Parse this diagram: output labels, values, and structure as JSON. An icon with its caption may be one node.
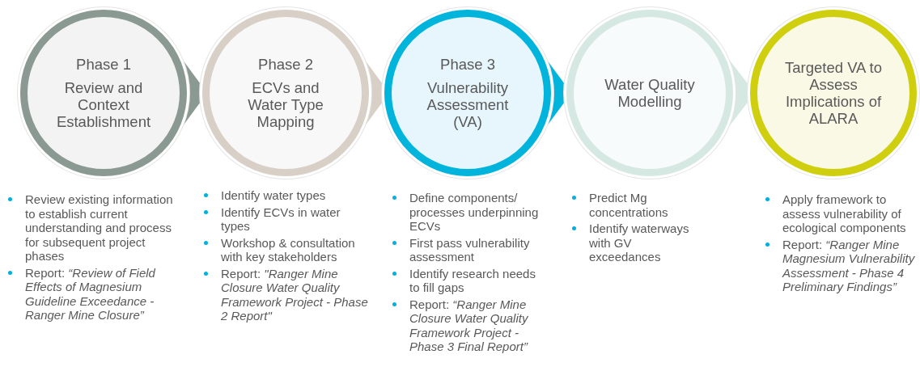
{
  "diagram": {
    "nodes": [
      {
        "text": [
          "Phase 1",
          "Review and Context Establishment"
        ],
        "beside": [
          "Review existing information to establish current understanding and process  for subsequent project phases",
          "Report: *“Review of Field Effects of Magnesium Guideline Exceedance - Ranger Mine Closure”*"
        ]
      },
      {
        "text": [
          "Phase 2",
          "ECVs and Water Type Mapping"
        ],
        "beside": [
          "Identify water types",
          "Identify ECVs in water types",
          "Workshop & consultation with key stakeholders",
          "Report: *\"Ranger Mine Closure Water Quality Framework Project - Phase 2 Report\"*"
        ]
      },
      {
        "text": [
          "Phase 3",
          "Vulnerability Assessment (VA)"
        ],
        "beside": [
          "Define components/ processes underpinning  ECVs",
          "First pass vulnerability assessment",
          "Identify research needs to fill gaps",
          "Report: *“Ranger Mine Closure Water Quality Framework Project - Phase 3 Final Report”*"
        ]
      },
      {
        "text": [
          "Water Quality Modelling"
        ],
        "beside": [
          "Predict Mg concentrations",
          "Identify waterways with GV exceedances"
        ]
      },
      {
        "text": [
          "Targeted VA to Assess Implications of ALARA"
        ],
        "beside": [
          "Apply  framework to assess vulnerability of ecological components",
          "Report: *“Ranger Mine Magnesium Vulnerability Assessment - Phase 4 Preliminary Findings”*"
        ]
      }
    ],
    "edges": [
      {
        "from": 0,
        "to": 1,
        "arrow": "to",
        "color": "#8a9a92"
      },
      {
        "from": 1,
        "to": 2,
        "arrow": "to",
        "color": "#d8cfc6"
      },
      {
        "from": 2,
        "to": 3,
        "arrow": "to",
        "color": "#00b4dc"
      },
      {
        "from": 3,
        "to": 4,
        "arrow": "to",
        "color": "#d5e8e2"
      }
    ]
  }
}
